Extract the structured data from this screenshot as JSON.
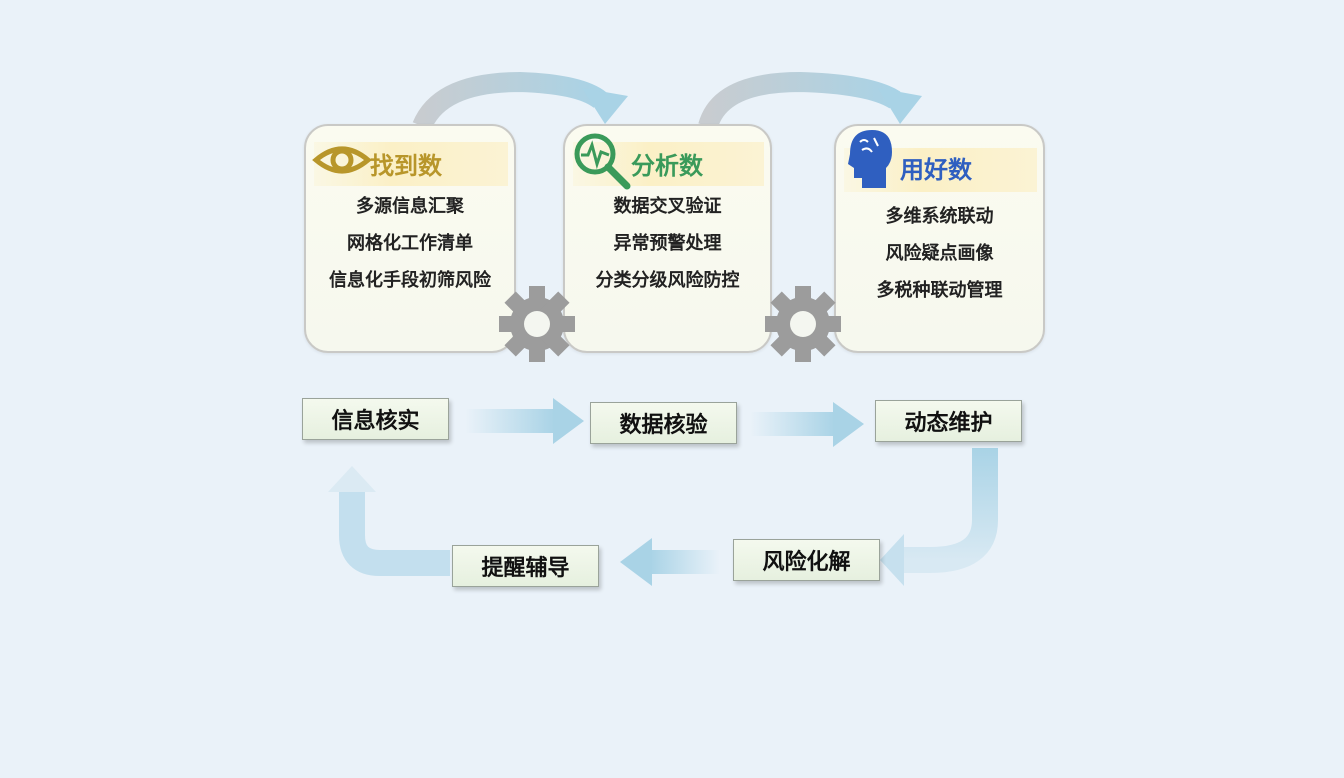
{
  "cards": [
    {
      "title": "找到数",
      "icon": "eye-icon",
      "color": "#b8962a",
      "items": [
        "多源信息汇聚",
        "网格化工作清单",
        "信息化手段初筛风险"
      ]
    },
    {
      "title": "分析数",
      "icon": "magnifier-pulse-icon",
      "color": "#3a9a5a",
      "items": [
        "数据交叉验证",
        "异常预警处理",
        "分类分级风险防控"
      ]
    },
    {
      "title": "用好数",
      "icon": "head-brain-icon",
      "color": "#2f5fc0",
      "items": [
        "多维系统联动",
        "风险疑点画像",
        "多税种联动管理"
      ]
    }
  ],
  "cycle": {
    "steps": [
      "信息核实",
      "数据核验",
      "动态维护",
      "风险化解",
      "提醒辅导"
    ]
  }
}
